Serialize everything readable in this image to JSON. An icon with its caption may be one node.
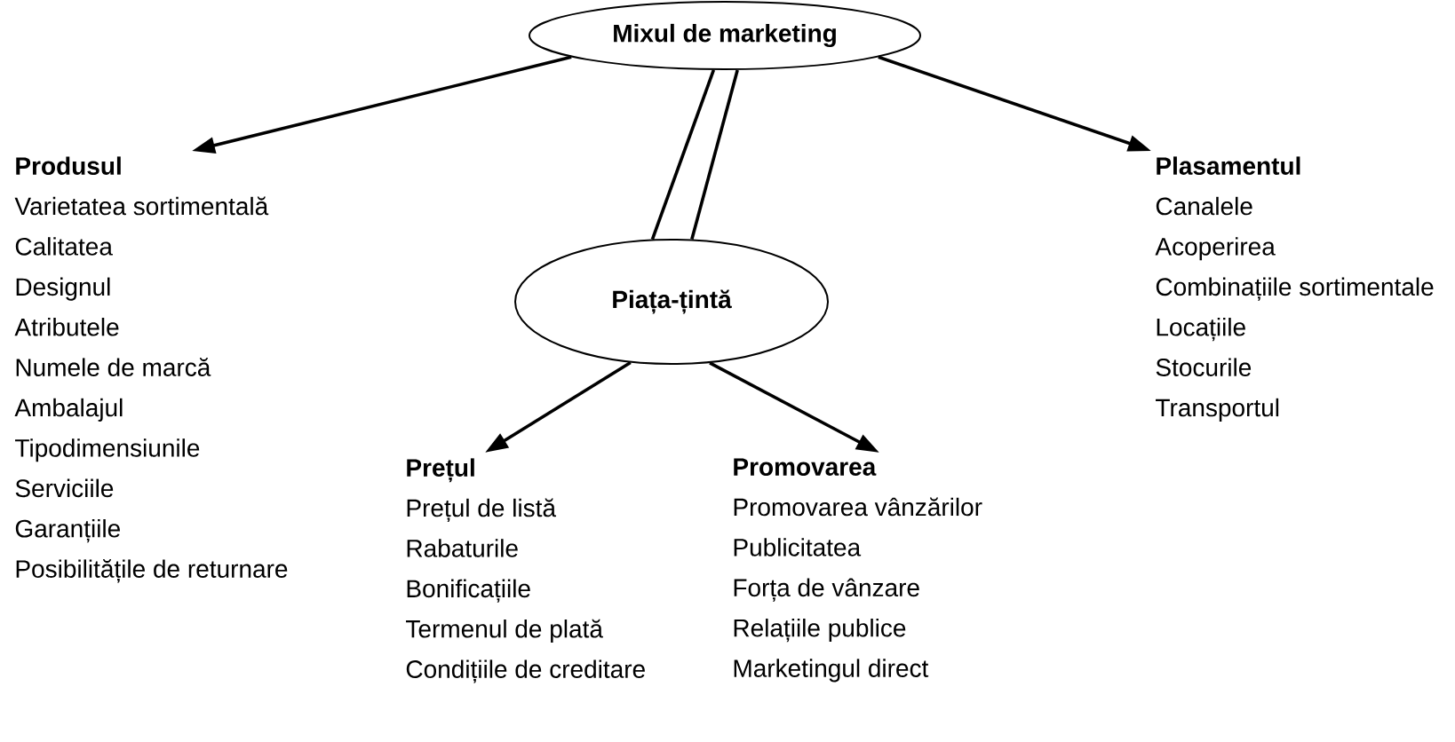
{
  "diagram": {
    "nodes": [
      {
        "text": [
          "Mixul de marketing"
        ]
      },
      {
        "text": [
          "Produsul",
          "Varietatea sortimentală",
          "Calitatea",
          "Designul",
          "Atributele",
          "Numele de marcă",
          "Ambalajul",
          "Tipodimensiunile",
          "Serviciile",
          "Garanțiile",
          "Posibilitățile de returnare"
        ]
      },
      {
        "text": [
          "Piața-țintă"
        ]
      },
      {
        "text": [
          "Plasamentul",
          "Canalele",
          "Acoperirea",
          "Combinațiile sortimentale",
          "Locațiile",
          "Stocurile",
          "Transportul"
        ]
      },
      {
        "text": [
          "Prețul",
          "Prețul de listă",
          "Rabaturile",
          "Bonificațiile",
          "Termenul de plată",
          "Condițiile de creditare"
        ]
      },
      {
        "text": [
          "Promovarea",
          "Promovarea vânzărilor",
          "Publicitatea",
          "Forța de vânzare",
          "Relațiile publice",
          "Marketingul direct"
        ]
      }
    ],
    "edges": [
      {
        "from": 0,
        "to": 1,
        "arrow": "to"
      },
      {
        "from": 0,
        "to": 3,
        "arrow": "to"
      },
      {
        "from": 0,
        "to": 2,
        "arrow": "none"
      },
      {
        "from": 0,
        "to": 2,
        "arrow": "none"
      },
      {
        "from": 2,
        "to": 4,
        "arrow": "to"
      },
      {
        "from": 2,
        "to": 5,
        "arrow": "to"
      }
    ]
  }
}
